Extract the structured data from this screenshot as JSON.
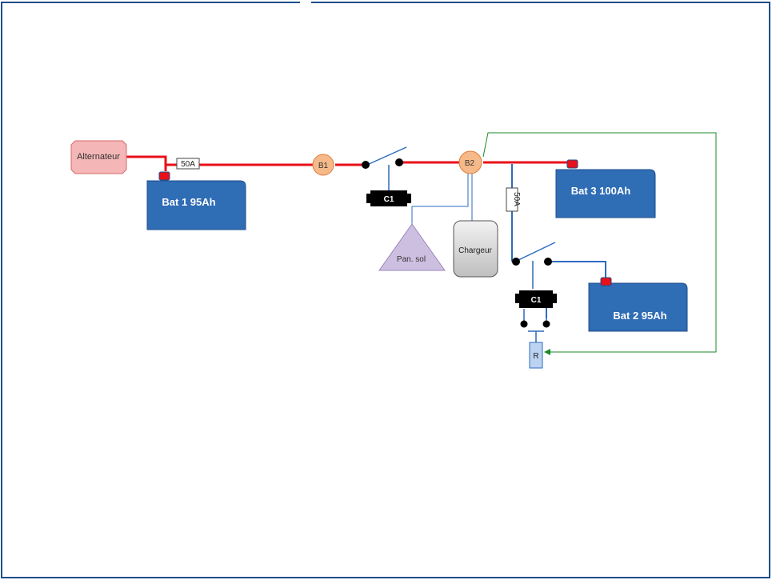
{
  "diagram": {
    "components": {
      "alternator": "Alternateur",
      "bat1": "Bat 1  95Ah",
      "bat2": "Bat 2  95Ah",
      "bat3": "Bat 3  100Ah",
      "fuse_top": "50A",
      "fuse_vertical": "50A",
      "node_b1": "B1",
      "node_b2": "B2",
      "contactor_1": "C1",
      "contactor_2": "C1",
      "solar_panel": "Pan. sol",
      "charger": "Chargeur",
      "relay": "R"
    },
    "colors": {
      "border": "#1f4e8c",
      "main_wire": "#e8101a",
      "secondary_wire": "#2e6bc0",
      "control_wire": "#1a8a2a",
      "battery_fill": "#2f6db5",
      "node_fill": "#f6b98a",
      "alternator_fill": "#f4b6b6",
      "solar_fill": "#cdbfe0",
      "charger_fill": "#d8d8d8",
      "relay_fill": "#bcd3f2"
    }
  }
}
